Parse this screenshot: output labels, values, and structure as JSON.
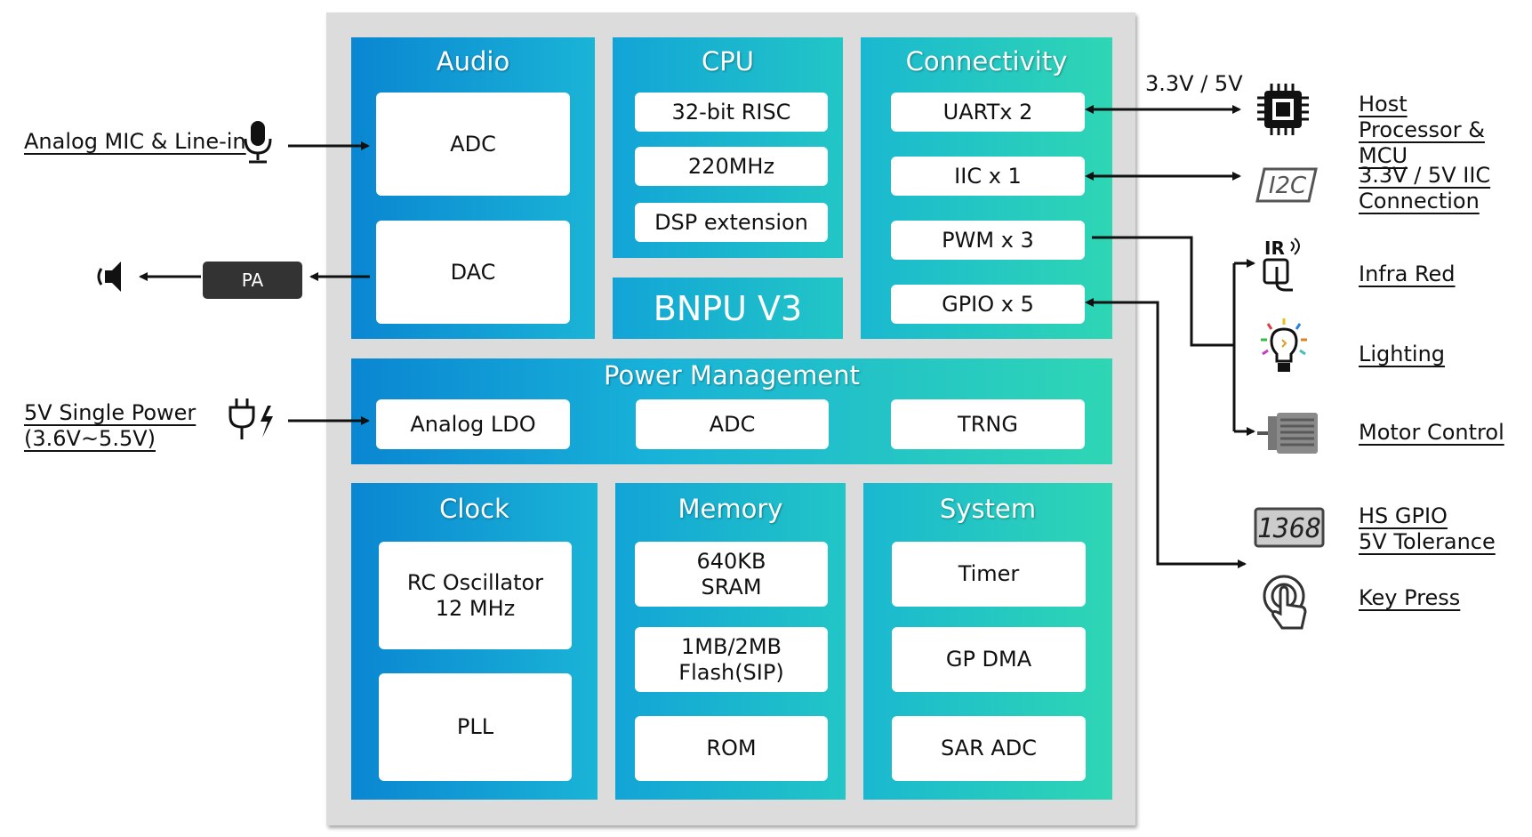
{
  "blocks": {
    "audio": {
      "title": "Audio",
      "items": [
        "ADC",
        "DAC"
      ]
    },
    "cpu": {
      "title": "CPU",
      "items": [
        "32-bit RISC",
        "220MHz",
        "DSP extension"
      ]
    },
    "bnpu": {
      "title": "BNPU V3"
    },
    "connectivity": {
      "title": "Connectivity",
      "items": [
        "UARTx 2",
        "IIC x 1",
        "PWM x 3",
        "GPIO x 5"
      ]
    },
    "power": {
      "title": "Power Management",
      "items": [
        "Analog LDO",
        "ADC",
        "TRNG"
      ]
    },
    "clock": {
      "title": "Clock",
      "items": [
        {
          "line1": "RC Oscillator",
          "line2": "12 MHz"
        },
        {
          "line1": "PLL",
          "line2": ""
        }
      ]
    },
    "memory": {
      "title": "Memory",
      "items": [
        {
          "line1": "640KB",
          "line2": "SRAM"
        },
        {
          "line1": "1MB/2MB",
          "line2": "Flash(SIP)"
        },
        {
          "line1": "ROM",
          "line2": ""
        }
      ]
    },
    "system": {
      "title": "System",
      "items": [
        "Timer",
        "GP DMA",
        "SAR ADC"
      ]
    }
  },
  "external": {
    "mic": "Analog MIC & Line-in",
    "pa": "PA",
    "power_line1": "5V Single Power",
    "power_line2": "(3.6V~5.5V)",
    "voltage": "3.3V / 5V",
    "host_line1": "Host",
    "host_line2": "Processor & MCU",
    "iic_line1": "3.3V / 5V IIC",
    "iic_line2": "Connection",
    "ir": "Infra Red",
    "lighting": "Lighting",
    "motor": "Motor Control",
    "gpio_line1": "HS GPIO",
    "gpio_line2": "5V Tolerance",
    "key": "Key Press"
  },
  "icons": {
    "i2c_label": "I2C",
    "ir_label": "IR",
    "display_digits": "1368"
  },
  "colors": {
    "gradient_start": "#0a86d2",
    "gradient_end": "#2fd6b4",
    "chip_bg": "#dcdcdc",
    "pa_bg": "#333333"
  }
}
